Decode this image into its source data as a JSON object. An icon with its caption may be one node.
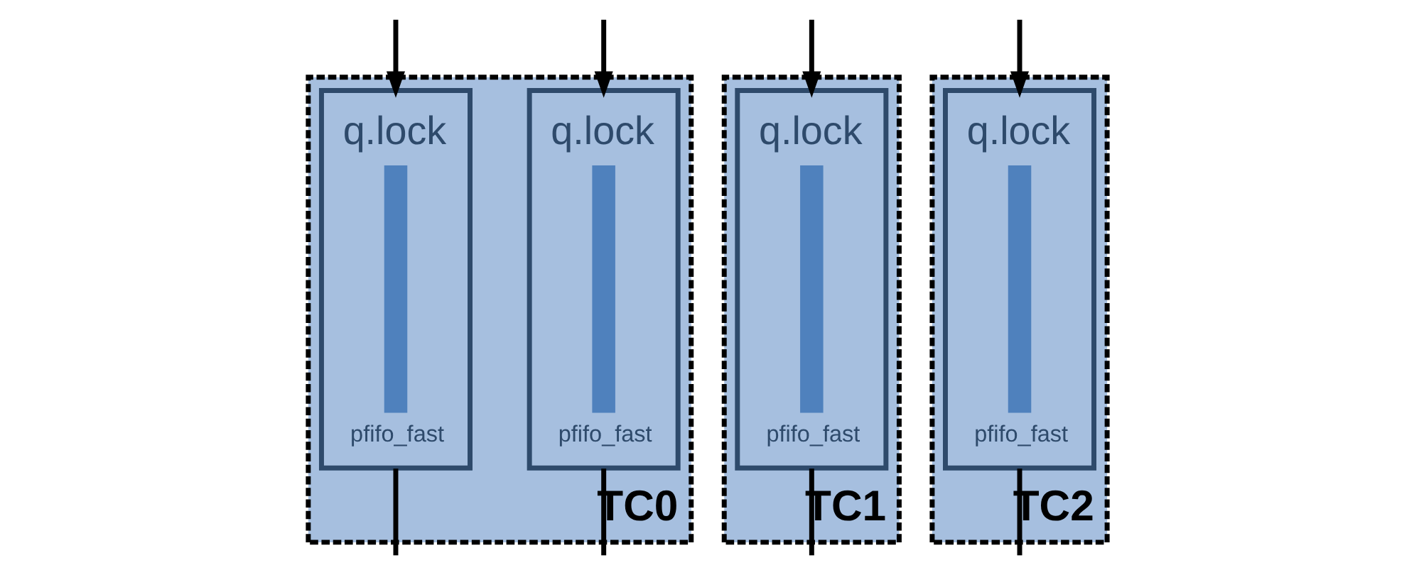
{
  "diagram": {
    "nodes": [
      {
        "text": [
          "TC0"
        ]
      },
      {
        "text": [
          "q.lock",
          "pfifo_fast"
        ],
        "in": 0
      },
      {
        "text": [
          "q.lock",
          "pfifo_fast"
        ],
        "in": 0
      },
      {
        "text": [
          "TC1"
        ]
      },
      {
        "text": [
          "q.lock",
          "pfifo_fast"
        ],
        "in": 3
      },
      {
        "text": [
          "TC2"
        ]
      },
      {
        "text": [
          "q.lock",
          "pfifo_fast"
        ],
        "in": 5
      }
    ],
    "edges": [
      {
        "from": 1,
        "to": null,
        "arrow": "none"
      },
      {
        "from": 2,
        "to": null,
        "arrow": "none"
      },
      {
        "from": 4,
        "to": null,
        "arrow": "none"
      },
      {
        "from": 6,
        "to": null,
        "arrow": "none"
      },
      {
        "from": null,
        "to": 1,
        "arrow": "to"
      },
      {
        "from": null,
        "to": 2,
        "arrow": "to"
      },
      {
        "from": null,
        "to": 4,
        "arrow": "to"
      },
      {
        "from": null,
        "to": 6,
        "arrow": "to"
      }
    ]
  }
}
